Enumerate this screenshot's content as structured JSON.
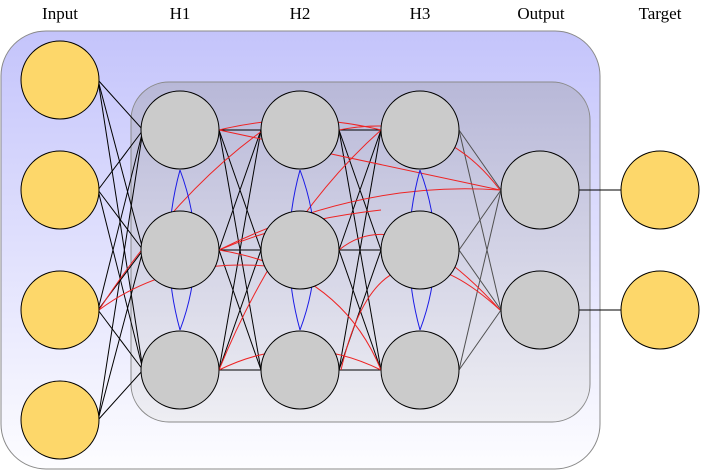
{
  "colors": {
    "input_node": "#fdd76a",
    "hidden_node": "#cbcbcb",
    "node_stroke": "#000000",
    "outer_panel_top": "#c4c4fb",
    "outer_panel_bottom": "#fdfdff",
    "inner_panel_top": "#b8b8d8",
    "inner_panel_bottom": "#eeeef3",
    "skip_link": "#ee2424",
    "recurrent_link": "#1a1ae6",
    "dense_link": "#000000",
    "output_link": "#505050"
  },
  "layers": [
    {
      "id": "input",
      "label": "Input",
      "nodes": 4
    },
    {
      "id": "h1",
      "label": "H1",
      "nodes": 3
    },
    {
      "id": "h2",
      "label": "H2",
      "nodes": 3
    },
    {
      "id": "h3",
      "label": "H3",
      "nodes": 3
    },
    {
      "id": "output",
      "label": "Output",
      "nodes": 2
    },
    {
      "id": "target",
      "label": "Target",
      "nodes": 2
    }
  ]
}
